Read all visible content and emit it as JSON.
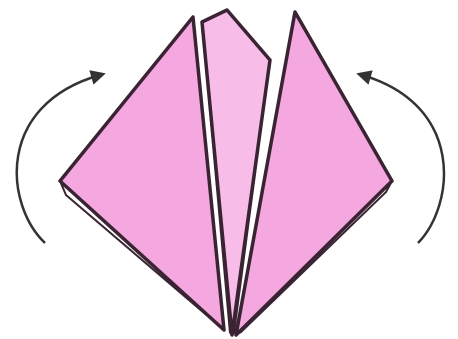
{
  "diagram": {
    "subject": "origami-fold-step",
    "arrows": [
      {
        "name": "left-curved-arrow",
        "direction": "up-and-over-right"
      },
      {
        "name": "right-curved-arrow",
        "direction": "up-and-over-left"
      }
    ],
    "colors": {
      "paper_fill": "#f4a8df",
      "paper_fill_light": "#f7bde8",
      "paper_outline": "#3a2433",
      "arrow": "#333333",
      "background": "#ffffff"
    }
  }
}
